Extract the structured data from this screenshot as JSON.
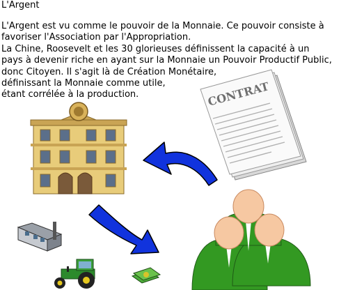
{
  "title": "L'Argent",
  "paragraph": [
    "L'Argent est vu comme le pouvoir de la Monnaie. Ce pouvoir consiste à",
    "favoriser l'Association par l'Appropriation.",
    "La Chine, Roosevelt et les 30 glorieuses définissent la capacité à un",
    "pays à devenir riche en ayant sur la Monnaie un Pouvoir Productif Public,",
    "donc Citoyen. Il s'agit là de Création Monétaire,",
    "définissant la Monnaie comme utile,",
    "étant corrélée à la production."
  ],
  "contract": {
    "label": "CONTRAT"
  },
  "colors": {
    "arrow": "#1133dd",
    "people": "#339922",
    "bank": "#e8cc7a"
  }
}
